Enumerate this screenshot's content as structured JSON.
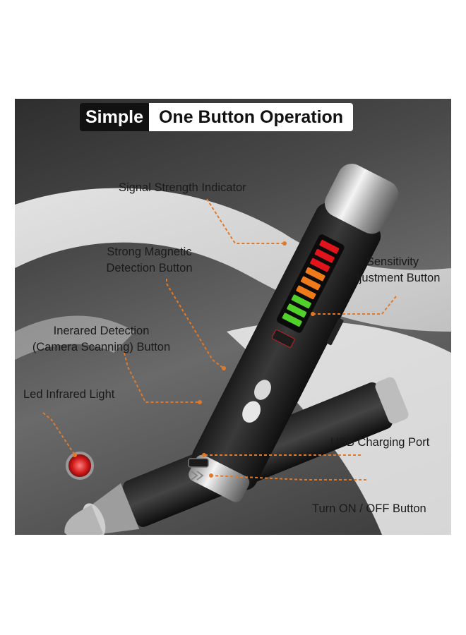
{
  "title": {
    "part1": "Simple",
    "part2": "One Button Operation"
  },
  "labels": {
    "signal_strength": "Signal Strength Indicator",
    "magnetic_line1": "Strong Magnetic",
    "magnetic_line2": "Detection Button",
    "sensitivity_line1": "Sensitivity",
    "sensitivity_line2": "Adjustment Button",
    "infrared_line1": "Inerared Detection",
    "infrared_line2": "(Camera Scanning) Button",
    "led_light": "Led Infrared Light",
    "usb_port": "USB Charging Port",
    "power_button": "Turn ON / OFF Button"
  },
  "colors": {
    "accent_leader": "#e07a2a",
    "bar_red": "#e0141a",
    "bar_orange": "#f07a1a",
    "bar_green": "#4fd12a"
  },
  "signal_bars": [
    "red",
    "red",
    "red",
    "orange",
    "orange",
    "orange",
    "green",
    "green",
    "green"
  ]
}
